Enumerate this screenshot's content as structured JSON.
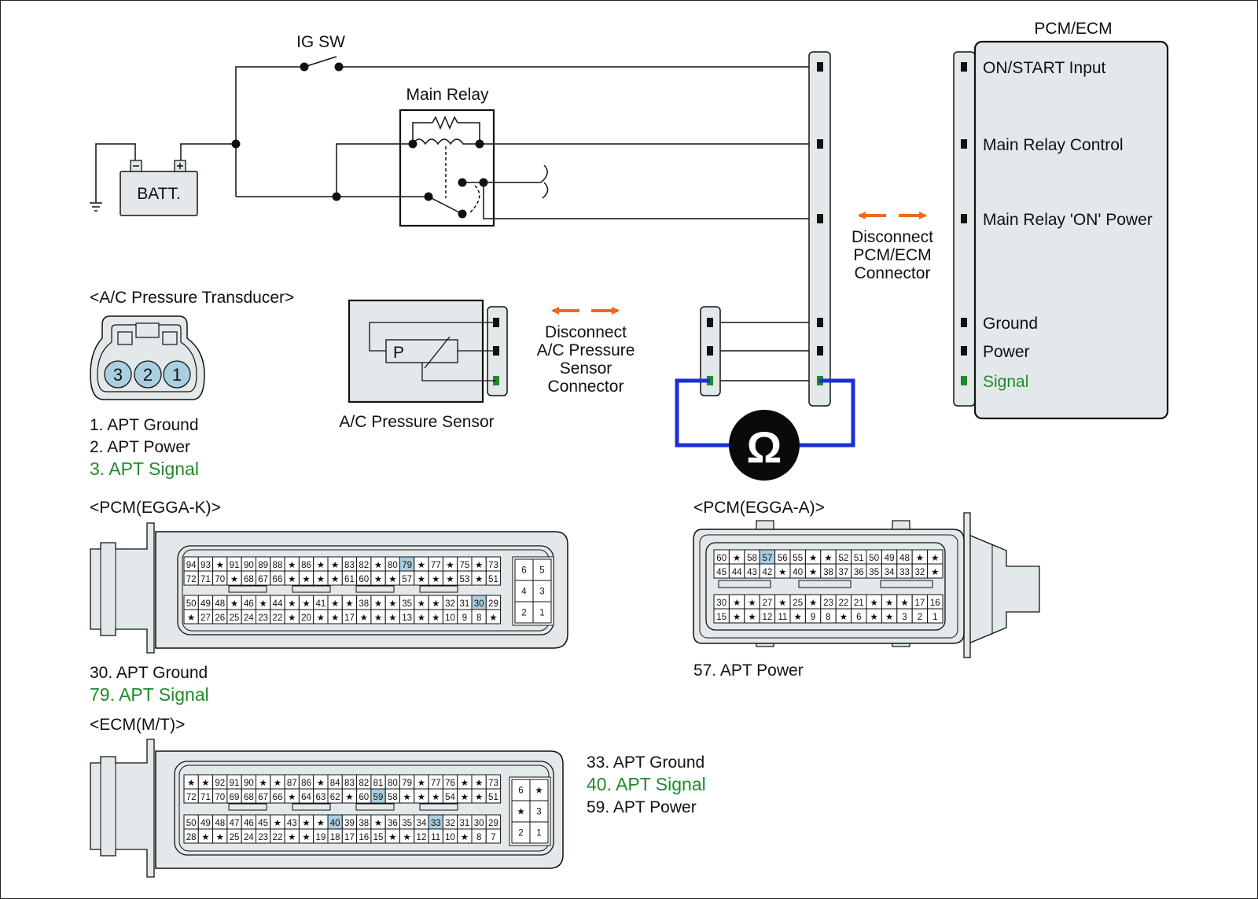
{
  "labels": {
    "ig_sw": "IG SW",
    "main_relay": "Main Relay",
    "batt": "BATT.",
    "pcm_ecm": "PCM/ECM",
    "on_start": "ON/START Input",
    "main_relay_control": "Main Relay Control",
    "main_relay_on_power": "Main Relay 'ON' Power",
    "ground": "Ground",
    "power": "Power",
    "signal": "Signal",
    "disconnect_pcm": [
      "Disconnect",
      "PCM/ECM",
      "Connector"
    ],
    "disconnect_ac": [
      "Disconnect",
      "A/C Pressure",
      "Sensor",
      "Connector"
    ],
    "ac_transducer": "<A/C Pressure Transducer>",
    "ac_sensor": "A/C Pressure Sensor",
    "sensor_p": "P",
    "ohm": "Ω",
    "apt_pins": [
      "1. APT Ground",
      "2. APT Power",
      "3. APT Signal"
    ],
    "transducer_pins": [
      "3",
      "2",
      "1"
    ],
    "pcm_k_title": "<PCM(EGGA-K)>",
    "pcm_k_notes": [
      "30. APT Ground",
      "79. APT Signal"
    ],
    "pcm_a_title": "<PCM(EGGA-A)>",
    "pcm_a_notes": [
      "57. APT Power"
    ],
    "ecm_title": "<ECM(M/T)>",
    "ecm_notes": [
      "33. APT Ground",
      "40. APT Signal",
      "59. APT Power"
    ]
  },
  "colors": {
    "signal_green": "#1f8a2a",
    "meter_blue": "#1a2fd6",
    "arrow_orange": "#ee6a1e",
    "highlight": "#a9cfe0",
    "panel": "#e3e8ea"
  },
  "pcm_k": {
    "rows": [
      [
        "94",
        "93",
        "★",
        "91",
        "90",
        "89",
        "88",
        "★",
        "86",
        "★",
        "★",
        "83",
        "82",
        "★",
        "80",
        "79",
        "★",
        "77",
        "★",
        "75",
        "★",
        "73"
      ],
      [
        "72",
        "71",
        "70",
        "★",
        "68",
        "67",
        "66",
        "★",
        "★",
        "★",
        "★",
        "61",
        "60",
        "★",
        "★",
        "57",
        "★",
        "★",
        "★",
        "53",
        "★",
        "51"
      ],
      [
        "50",
        "49",
        "48",
        "★",
        "46",
        "★",
        "44",
        "★",
        "★",
        "41",
        "★",
        "★",
        "38",
        "★",
        "★",
        "35",
        "★",
        "★",
        "32",
        "31",
        "30",
        "29"
      ],
      [
        "★",
        "27",
        "26",
        "25",
        "24",
        "23",
        "22",
        "★",
        "20",
        "★",
        "★",
        "17",
        "★",
        "★",
        "★",
        "13",
        "★",
        "★",
        "10",
        "9",
        "8",
        "★"
      ]
    ],
    "highlight": [
      "79",
      "30"
    ],
    "side": [
      [
        "6",
        "5"
      ],
      [
        "4",
        "3"
      ],
      [
        "2",
        "1"
      ]
    ]
  },
  "ecm": {
    "rows": [
      [
        "★",
        "★",
        "92",
        "91",
        "90",
        "★",
        "★",
        "87",
        "86",
        "★",
        "84",
        "83",
        "82",
        "81",
        "80",
        "79",
        "★",
        "77",
        "76",
        "★",
        "★",
        "73"
      ],
      [
        "72",
        "71",
        "70",
        "69",
        "68",
        "67",
        "66",
        "★",
        "64",
        "63",
        "62",
        "★",
        "60",
        "59",
        "58",
        "★",
        "★",
        "★",
        "54",
        "★",
        "★",
        "51"
      ],
      [
        "50",
        "49",
        "48",
        "47",
        "46",
        "45",
        "★",
        "43",
        "★",
        "★",
        "40",
        "39",
        "38",
        "★",
        "36",
        "35",
        "34",
        "33",
        "32",
        "31",
        "30",
        "29"
      ],
      [
        "28",
        "★",
        "★",
        "25",
        "24",
        "23",
        "22",
        "★",
        "★",
        "19",
        "18",
        "17",
        "16",
        "15",
        "★",
        "★",
        "12",
        "11",
        "10",
        "★",
        "8",
        "7"
      ]
    ],
    "highlight": [
      "59",
      "40",
      "33"
    ],
    "side": [
      [
        "6",
        "★"
      ],
      [
        "★",
        "3"
      ],
      [
        "2",
        "1"
      ]
    ]
  },
  "pcm_a": {
    "rows": [
      [
        "60",
        "★",
        "58",
        "57",
        "56",
        "55",
        "★",
        "★",
        "52",
        "51",
        "50",
        "49",
        "48",
        "★",
        "★"
      ],
      [
        "45",
        "44",
        "43",
        "42",
        "★",
        "40",
        "★",
        "38",
        "37",
        "36",
        "35",
        "34",
        "33",
        "32",
        "★"
      ],
      [
        "30",
        "★",
        "★",
        "27",
        "★",
        "25",
        "★",
        "23",
        "22",
        "21",
        "★",
        "★",
        "★",
        "17",
        "16"
      ],
      [
        "15",
        "★",
        "★",
        "12",
        "11",
        "★",
        "9",
        "8",
        "★",
        "6",
        "★",
        "★",
        "3",
        "2",
        "1"
      ]
    ],
    "highlight": [
      "57"
    ]
  }
}
